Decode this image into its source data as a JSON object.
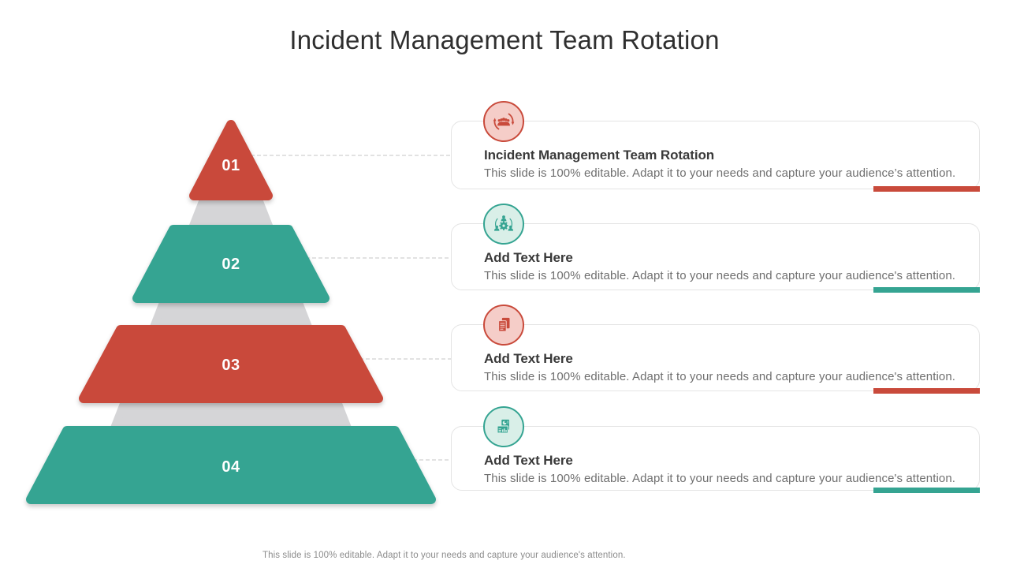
{
  "slide": {
    "title": "Incident Management Team Rotation",
    "footer": "This slide is 100% editable. Adapt it to your needs and capture your audience's attention."
  },
  "colors": {
    "red": "#c94a3b",
    "teal": "#35a492",
    "gray": "#d5d5d7",
    "redLight": "#f5cdc8",
    "tealLight": "#d9efe8"
  },
  "pyramid": {
    "levels": [
      {
        "number": "01",
        "color": "#c94a3b"
      },
      {
        "number": "02",
        "color": "#35a492"
      },
      {
        "number": "03",
        "color": "#c94a3b"
      },
      {
        "number": "04",
        "color": "#35a492"
      }
    ]
  },
  "entries": [
    {
      "icon": "team-rotation-icon",
      "theme": "red",
      "heading": "Incident Management Team Rotation",
      "body": "This slide is 100% editable. Adapt it to your needs and capture your audience’s attention."
    },
    {
      "icon": "team-gear-icon",
      "theme": "teal",
      "heading": "Add Text Here",
      "body": "This slide is 100% editable. Adapt it to your needs and capture your audience's attention."
    },
    {
      "icon": "documents-icon",
      "theme": "red",
      "heading": "Add Text Here",
      "body": "This slide is 100% editable. Adapt it to your needs and capture your audience's attention."
    },
    {
      "icon": "reports-charts-icon",
      "theme": "teal",
      "heading": "Add Text Here",
      "body": "This slide is 100% editable. Adapt it to your needs and capture your audience's attention."
    }
  ]
}
